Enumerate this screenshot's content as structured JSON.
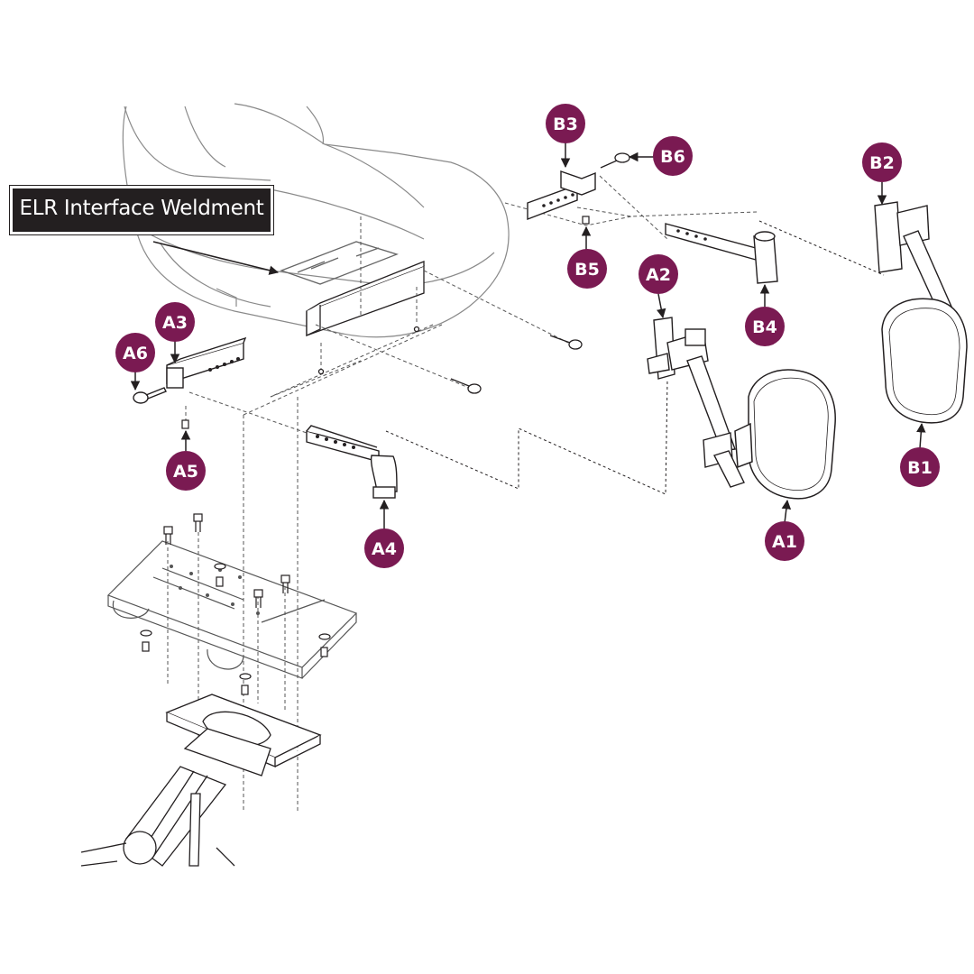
{
  "title": "ELR Interface Weldment",
  "colors": {
    "callout_fill": "#7a1a52",
    "line": "#231f20",
    "label_bg": "#231f20",
    "label_text": "#ffffff"
  },
  "callouts": [
    {
      "id": "A1",
      "label": "A1"
    },
    {
      "id": "A2",
      "label": "A2"
    },
    {
      "id": "A3",
      "label": "A3"
    },
    {
      "id": "A4",
      "label": "A4"
    },
    {
      "id": "A5",
      "label": "A5"
    },
    {
      "id": "A6",
      "label": "A6"
    },
    {
      "id": "B1",
      "label": "B1"
    },
    {
      "id": "B2",
      "label": "B2"
    },
    {
      "id": "B3",
      "label": "B3"
    },
    {
      "id": "B4",
      "label": "B4"
    },
    {
      "id": "B5",
      "label": "B5"
    },
    {
      "id": "B6",
      "label": "B6"
    }
  ]
}
